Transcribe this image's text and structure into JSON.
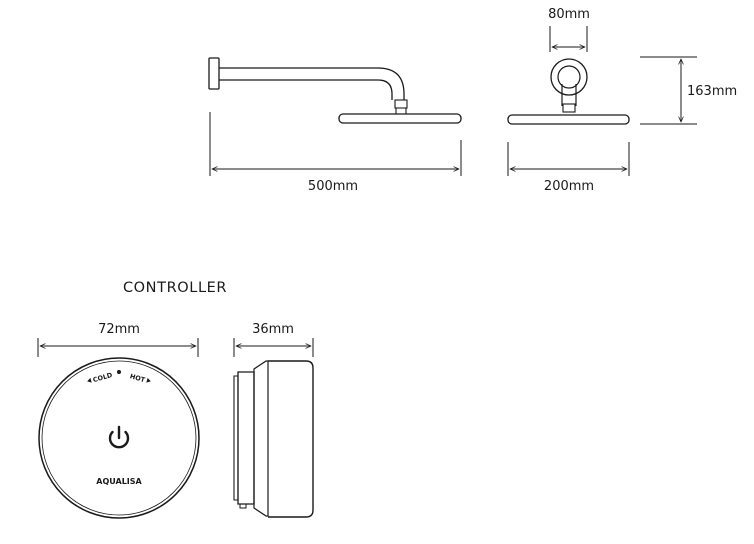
{
  "shower_head": {
    "width_label": "500mm",
    "front_width_label": "200mm",
    "arm_diameter_label": "80mm",
    "height_label": "163mm"
  },
  "controller": {
    "section_title": "CONTROLLER",
    "diameter_label": "72mm",
    "depth_label": "36mm",
    "cold_label": "COLD",
    "hot_label": "HOT",
    "brand_label": "AQUALISA",
    "power_icon": "power-icon"
  },
  "colors": {
    "stroke": "#1a1a1a",
    "background": "#ffffff"
  }
}
